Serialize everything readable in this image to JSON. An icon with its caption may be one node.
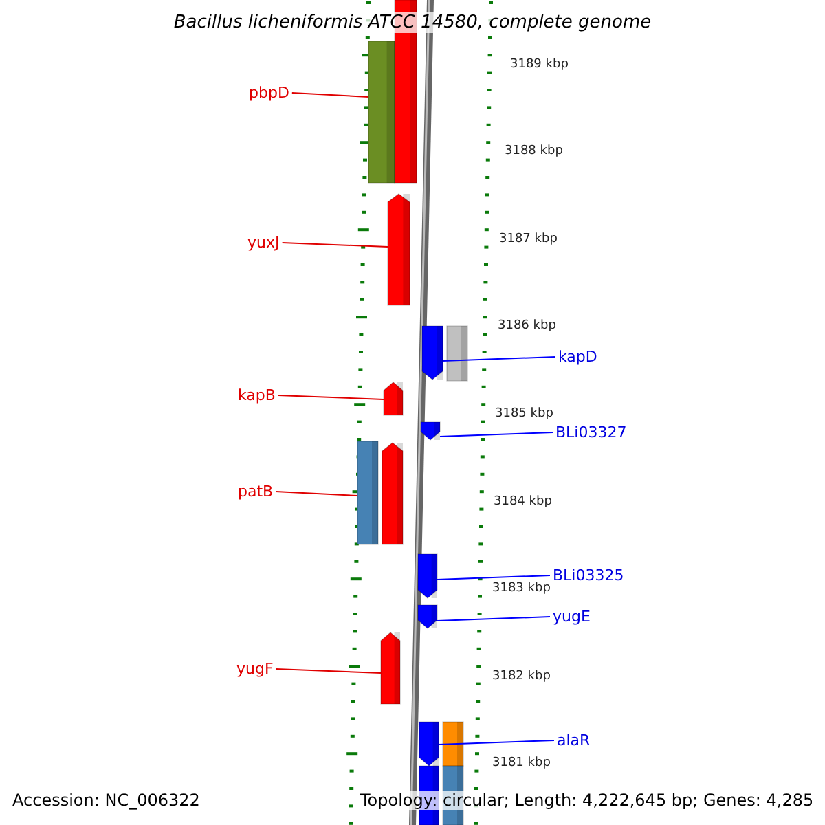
{
  "diagram": {
    "title": "Bacillus licheniformis ATCC 14580, complete genome",
    "nodes": [
      {
        "text": [
          "pbpD"
        ]
      },
      {
        "text": [
          "yuxJ"
        ]
      },
      {
        "text": [
          "kapD"
        ]
      },
      {
        "text": [
          "kapB"
        ]
      },
      {
        "text": [
          "BLi03327"
        ]
      },
      {
        "text": [
          "patB"
        ]
      },
      {
        "text": [
          "BLi03325"
        ]
      },
      {
        "text": [
          "yugE"
        ]
      },
      {
        "text": [
          "yugF"
        ]
      },
      {
        "text": [
          "alaR"
        ]
      },
      {
        "text": [],
        "shape": "bar"
      },
      {
        "text": [],
        "shape": "bar"
      },
      {
        "text": [],
        "shape": "arrow"
      },
      {
        "text": [],
        "shape": "arrow"
      },
      {
        "text": [],
        "shape": "bar"
      },
      {
        "text": [],
        "shape": "arrow"
      },
      {
        "text": [],
        "shape": "arrow"
      },
      {
        "text": [],
        "shape": "bar"
      },
      {
        "text": [],
        "shape": "arrow"
      },
      {
        "text": [],
        "shape": "arrow"
      },
      {
        "text": [],
        "shape": "arrow"
      },
      {
        "text": [],
        "shape": "arrow"
      },
      {
        "text": [],
        "shape": "arrow"
      },
      {
        "text": [],
        "shape": "bar"
      },
      {
        "text": [],
        "shape": "bar"
      },
      {
        "text": [],
        "shape": "bar"
      }
    ],
    "edges": [
      {
        "from": 0,
        "to": 10,
        "arrow": "none"
      },
      {
        "from": 1,
        "to": 12,
        "arrow": "none"
      },
      {
        "from": 2,
        "to": 13,
        "arrow": "none",
        "color": "#0000ff"
      },
      {
        "from": 3,
        "to": 15,
        "arrow": "none"
      },
      {
        "from": 4,
        "to": 16,
        "arrow": "none",
        "color": "#0000ff"
      },
      {
        "from": 5,
        "to": 17,
        "arrow": "none"
      },
      {
        "from": 6,
        "to": 19,
        "arrow": "none",
        "color": "#0000ff"
      },
      {
        "from": 7,
        "to": 20,
        "arrow": "none",
        "color": "#0000ff"
      },
      {
        "from": 8,
        "to": 21,
        "arrow": "none"
      },
      {
        "from": 9,
        "to": 22,
        "arrow": "none",
        "color": "#0000ff"
      }
    ],
    "labels": [
      "3189 kbp",
      "3188 kbp",
      "3187 kbp",
      "3186 kbp",
      "3185 kbp",
      "3184 kbp",
      "3183 kbp",
      "3182 kbp",
      "3181 kbp",
      "Accession: NC_006322",
      "Topology: circular; Length: 4,222,645 bp; Genes: 4,285"
    ]
  }
}
